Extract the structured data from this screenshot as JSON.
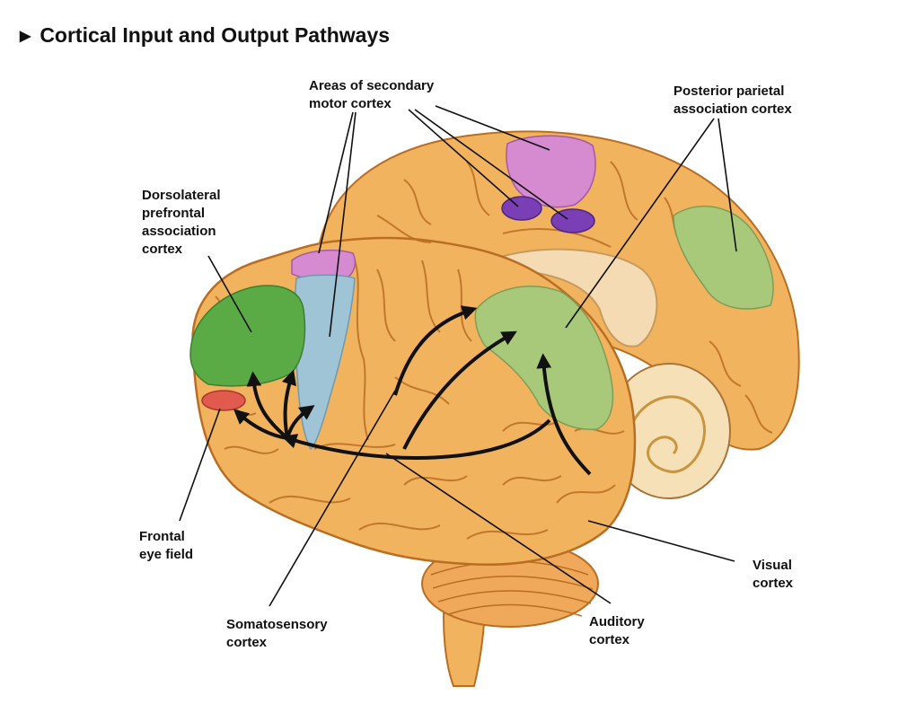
{
  "title": "Cortical Input and Output Pathways",
  "labels": {
    "secondary_motor": "Areas of secondary\nmotor cortex",
    "posterior_parietal": "Posterior parietal\nassociation cortex",
    "dorsolateral": "Dorsolateral\nprefrontal\nassociation\ncortex",
    "frontal_eye": "Frontal\neye field",
    "somatosensory": "Somatosensory\ncortex",
    "auditory": "Auditory\ncortex",
    "visual": "Visual\ncortex"
  },
  "colors": {
    "brain": "#f2b35f",
    "brain_shadow": "#d98d35",
    "sulcus": "#b96e23",
    "secondary_motor": "#d68ad0",
    "secondary_motor_dark": "#7a3fb5",
    "parietal": "#a8c97a",
    "prefrontal": "#5aab46",
    "frontal_eye": "#e05a4e",
    "motor_strip": "#9ec4d6",
    "arrows": "#111111"
  }
}
